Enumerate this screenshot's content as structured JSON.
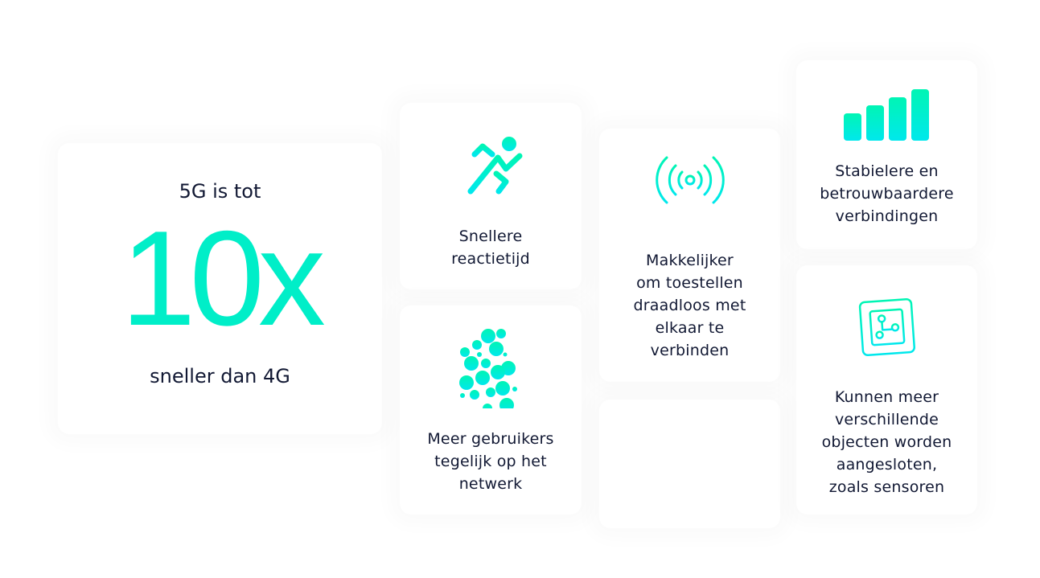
{
  "hero": {
    "prefix": "5G is tot",
    "value": "10x",
    "suffix": "sneller dan 4G"
  },
  "features": [
    {
      "icon": "runner-icon",
      "label": "Snellere reactietijd",
      "lines": [
        "Snellere",
        "reactietijd"
      ]
    },
    {
      "icon": "bubbles-icon",
      "label": "Meer gebruikers tegelijk op het netwerk",
      "lines": [
        "Meer gebruikers",
        "tegelijk op het",
        "netwerk"
      ]
    },
    {
      "icon": "antenna-icon",
      "label": "Makkelijker om toestellen draadloos met elkaar te verbinden",
      "lines": [
        "Makkelijker",
        "om toestellen",
        "draadloos met",
        "elkaar te",
        "verbinden"
      ]
    },
    {
      "icon": "signal-bars-icon",
      "label": "Stabielere en betrouwbaardere verbindingen",
      "lines": [
        "Stabielere en",
        "betrouwbaardere",
        "verbindingen"
      ]
    },
    {
      "icon": "chip-icon",
      "label": "Kunnen meer verschillende objecten worden aangesloten, zoals sensoren",
      "lines": [
        "Kunnen meer",
        "verschillende",
        "objecten worden",
        "aangesloten,",
        "zoals sensoren"
      ]
    }
  ],
  "colors": {
    "accent_start": "#00f5b4",
    "accent_end": "#00e8ec",
    "text": "#111833"
  }
}
